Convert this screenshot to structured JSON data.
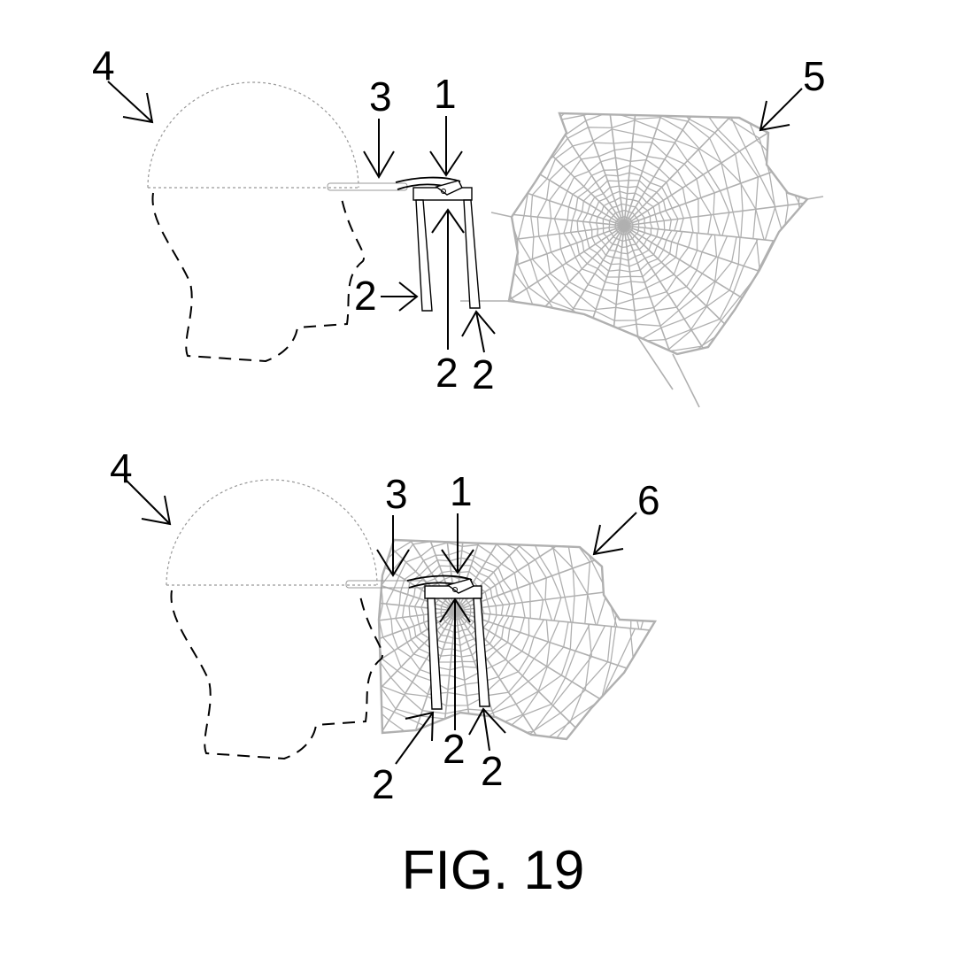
{
  "figure": {
    "caption": "FIG. 19",
    "top_view": {
      "labels": {
        "head": "4",
        "clip": "3",
        "device": "1",
        "rod_a": "2",
        "rod_b": "2",
        "rod_c": "2",
        "web": "5"
      }
    },
    "bottom_view": {
      "labels": {
        "head": "4",
        "clip": "3",
        "device": "1",
        "rod_a": "2",
        "rod_b": "2",
        "rod_c": "2",
        "web": "6"
      }
    },
    "colors": {
      "line": "#000000",
      "web": "#b0b0b0",
      "head_outline": "#999999"
    }
  }
}
